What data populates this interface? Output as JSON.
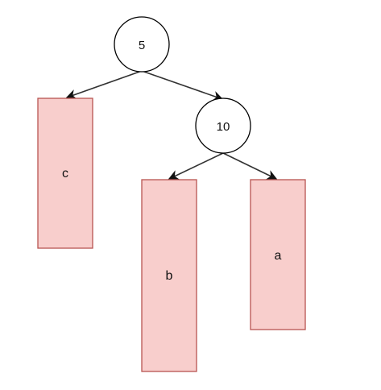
{
  "diagram": {
    "nodes": {
      "root": {
        "label": "5"
      },
      "right": {
        "label": "10"
      }
    },
    "leaves": {
      "c": {
        "label": "c"
      },
      "b": {
        "label": "b"
      },
      "a": {
        "label": "a"
      }
    },
    "colors": {
      "node_stroke": "#000000",
      "node_fill": "#ffffff",
      "leaf_fill": "#f8cecc",
      "leaf_stroke": "#b85450",
      "edge": "#333333"
    }
  }
}
